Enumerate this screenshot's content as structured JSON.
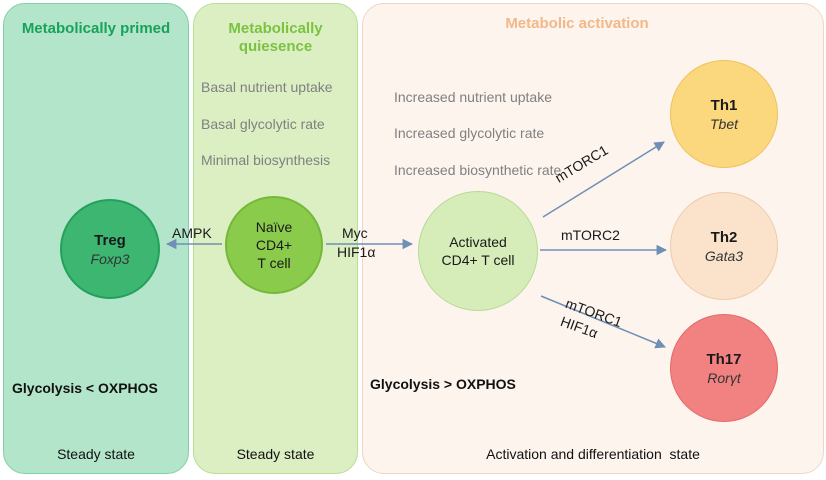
{
  "panels": {
    "primed": {
      "title": "Metabolically primed",
      "title_color": "#1aa15a",
      "balance": "Glycolysis < OXPHOS",
      "state": "Steady state"
    },
    "quiescence": {
      "title_line1": "Metabolically",
      "title_line2": "quiesence",
      "title_color": "#7cc242",
      "features": [
        "Basal nutrient uptake",
        "Basal glycolytic rate",
        "Minimal biosynthesis"
      ],
      "state": "Steady state"
    },
    "activation": {
      "title": "Metabolic activation",
      "title_color": "#f2b888",
      "features": [
        "Increased nutrient uptake",
        "Increased glycolytic rate",
        "Increased biosynthetic rate"
      ],
      "balance": "Glycolysis > OXPHOS",
      "state": "Activation and differentiation  state"
    }
  },
  "cells": {
    "treg": {
      "name": "Treg",
      "gene": "Foxp3",
      "color": "#3db672"
    },
    "naive": {
      "line1": "Naïve",
      "line2": "CD4+",
      "line3": "T cell",
      "color": "#8bcb4c"
    },
    "activated": {
      "line1": "Activated",
      "line2": "CD4+ T cell",
      "color": "#d6edba"
    },
    "th1": {
      "name": "Th1",
      "gene": "Tbet",
      "color": "#fbd77e"
    },
    "th2": {
      "name": "Th2",
      "gene": "Gata3",
      "color": "#fbe3cb"
    },
    "th17": {
      "name": "Th17",
      "gene": "Rorγt",
      "color": "#f28282"
    }
  },
  "arrows": {
    "ampk": "AMPK",
    "myc": "Myc",
    "hif_center": "HIF1α",
    "mtorc1_top": "mTORC1",
    "mtorc2": "mTORC2",
    "mtorc1_bottom": "mTORC1",
    "hif_bottom": "HIF1α",
    "color": "#6f8fb5"
  }
}
